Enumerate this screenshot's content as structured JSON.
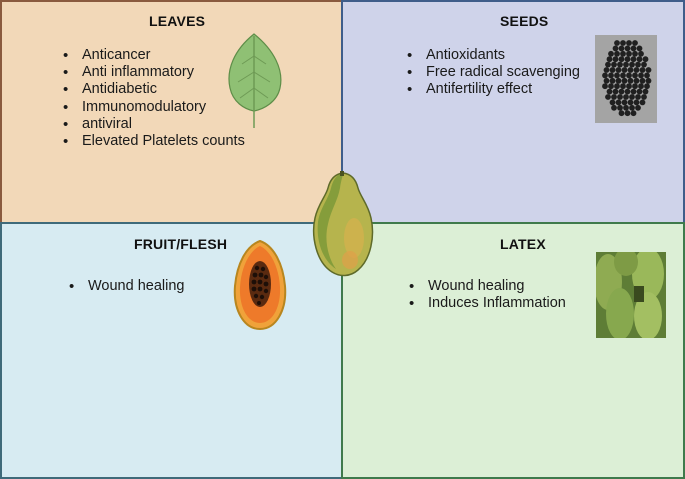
{
  "panels": {
    "leaves": {
      "title": "LEAVES",
      "items": [
        "Anticancer",
        "Anti inflammatory",
        "Antidiabetic",
        "Immunomodulatory",
        "antiviral",
        "Elevated Platelets counts"
      ],
      "color": "#f2d8b8"
    },
    "seeds": {
      "title": "SEEDS",
      "items": [
        "Antioxidants",
        "Free radical scavenging",
        "Antifertility effect"
      ],
      "color": "#cfd3ea"
    },
    "fruit": {
      "title": "FRUIT/FLESH",
      "items": [
        "Wound healing"
      ],
      "color": "#d7ebf2"
    },
    "latex": {
      "title": "LATEX",
      "items": [
        "Wound healing",
        "Induces Inflammation"
      ],
      "color": "#dcefd6"
    }
  },
  "icons": {
    "leaves": "leaf-icon",
    "seeds": "seeds-icon",
    "fruit": "papaya-half-icon",
    "latex": "green-papayas-icon",
    "center": "papaya-fruit-icon"
  }
}
